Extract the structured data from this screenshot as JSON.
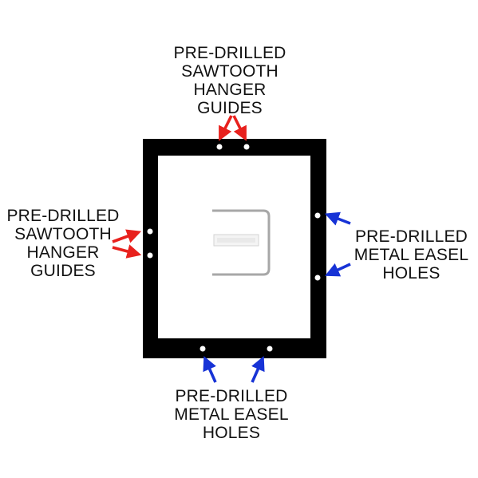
{
  "labels": {
    "top": [
      "PRE-DRILLED",
      "SAWTOOTH",
      "HANGER",
      "GUIDES"
    ],
    "left": [
      "PRE-DRILLED",
      "SAWTOOTH",
      "HANGER",
      "GUIDES"
    ],
    "right": [
      "PRE-DRILLED",
      "METAL EASEL",
      "HOLES"
    ],
    "bottom": [
      "PRE-DRILLED",
      "METAL EASEL",
      "HOLES"
    ]
  },
  "colors": {
    "frame": "#000000",
    "panel": "#ffffff",
    "hanger_arrow": "#e8211d",
    "easel_arrow": "#1733d6",
    "hanger_wire": "#a7a7a7",
    "text": "#111111"
  },
  "icons": {
    "hanger": "sawtooth-hanger-icon",
    "hole": "drilled-hole-icon",
    "arrow": "arrow-icon"
  }
}
